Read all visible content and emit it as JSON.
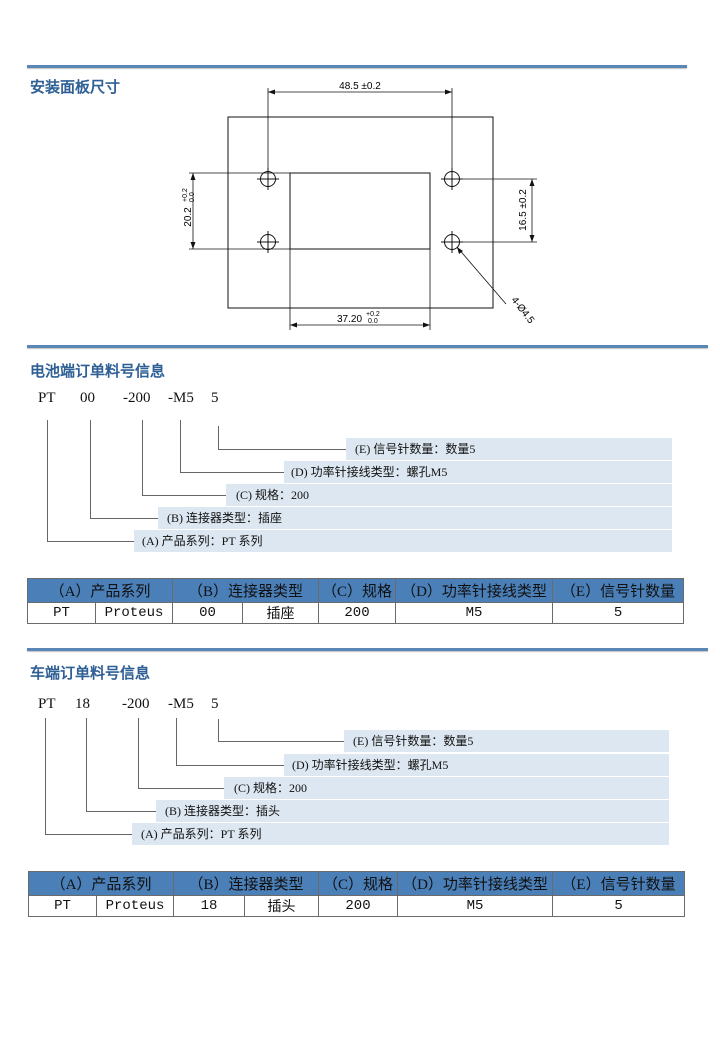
{
  "panel": {
    "title": "安装面板尺寸",
    "dim_top": "48.5 ±0.2",
    "dim_left_main": "20.2",
    "dim_left_tol_plus": "+0.2",
    "dim_left_tol_minus": "0.0",
    "dim_right": "16.5 ±0.2",
    "dim_bottom_main": "37.20",
    "dim_bottom_tol_plus": "+0.2",
    "dim_bottom_tol_minus": "0.0",
    "hole_label": "4-Ø4.5"
  },
  "battery": {
    "title": "电池端订单料号信息",
    "code": {
      "pt": "PT",
      "b": "00",
      "c": "-200",
      "d": "-M5",
      "e": "5"
    },
    "bands": {
      "e": "(E) 信号针数量：数量5",
      "d": "(D) 功率针接线类型：螺孔M5",
      "c": "(C) 规格：200",
      "b": "(B) 连接器类型：插座",
      "a": "(A) 产品系列：PT 系列"
    },
    "table": {
      "headers": [
        "（A）产品系列",
        "（B）连接器类型",
        "（C）规格",
        "（D）功率针接线类型",
        "（E）信号针数量"
      ],
      "cells": [
        "PT",
        "Proteus",
        "00",
        "插座",
        "200",
        "M5",
        "5"
      ]
    }
  },
  "vehicle": {
    "title": "车端订单料号信息",
    "code": {
      "pt": "PT",
      "b": "18",
      "c": "-200",
      "d": "-M5",
      "e": "5"
    },
    "bands": {
      "e": "(E) 信号针数量：数量5",
      "d": "(D) 功率针接线类型：螺孔M5",
      "c": "(C) 规格：200",
      "b": "(B) 连接器类型：插头",
      "a": "(A) 产品系列：PT 系列"
    },
    "table": {
      "headers": [
        "（A）产品系列",
        "（B）连接器类型",
        "（C）规格",
        "（D）功率针接线类型",
        "（E）信号针数量"
      ],
      "cells": [
        "PT",
        "Proteus",
        "18",
        "插头",
        "200",
        "M5",
        "5"
      ]
    }
  }
}
